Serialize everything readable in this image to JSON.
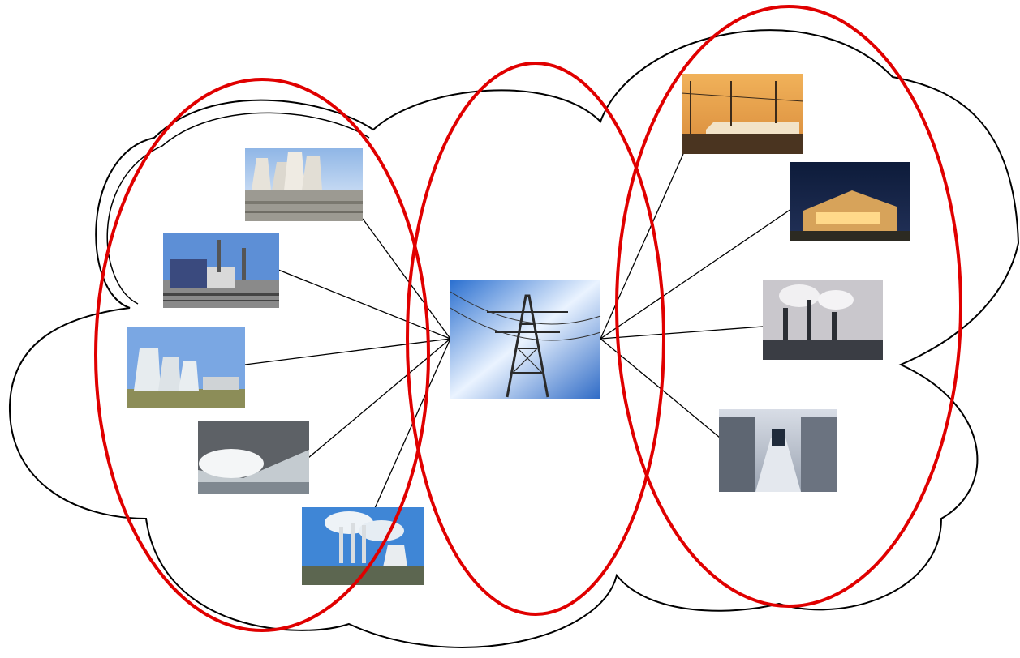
{
  "diagram": {
    "hub": {
      "icon": "transmission-tower-icon"
    },
    "sources": [
      {
        "icon": "cooling-towers-aerial-icon"
      },
      {
        "icon": "thermal-power-plant-icon"
      },
      {
        "icon": "nuclear-cooling-towers-icon"
      },
      {
        "icon": "hydroelectric-dam-icon"
      },
      {
        "icon": "smokestack-power-plant-icon"
      }
    ],
    "loads": [
      {
        "icon": "electric-train-icon"
      },
      {
        "icon": "house-at-night-icon"
      },
      {
        "icon": "industrial-plant-icon"
      },
      {
        "icon": "data-center-icon"
      }
    ],
    "groups": [
      {
        "name": "generation-group"
      },
      {
        "name": "transmission-group"
      },
      {
        "name": "consumption-group"
      }
    ],
    "colors": {
      "group_outline": "#e00000",
      "cloud_outline": "#000000",
      "connector": "#000000"
    }
  }
}
